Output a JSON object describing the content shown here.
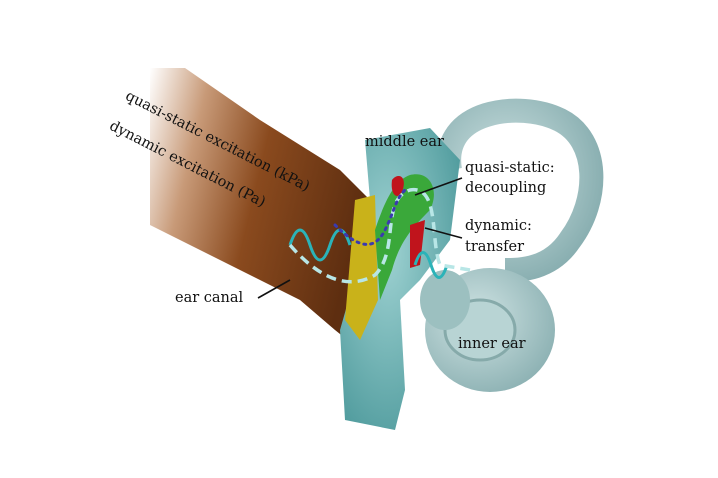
{
  "labels": {
    "quasi_static_excitation": "quasi-static excitation (kPa)",
    "dynamic_excitation": "dynamic excitation (Pa)",
    "middle_ear": "middle ear",
    "quasi_static_decoupling_1": "quasi-static:",
    "quasi_static_decoupling_2": "decoupling",
    "dynamic_transfer_1": "dynamic:",
    "dynamic_transfer_2": "transfer",
    "ear_canal": "ear canal",
    "inner_ear": "inner ear"
  },
  "colors": {
    "ear_canal": "#8a4a1e",
    "middle_ear": "#6fb3b3",
    "inner_ear": "#a9c9c9",
    "ossicle_green": "#3aa83a",
    "eardrum_yellow": "#c9b21a",
    "red": "#c0141c",
    "wave": "#2bb3b8",
    "dots": "#3a3ab0"
  }
}
